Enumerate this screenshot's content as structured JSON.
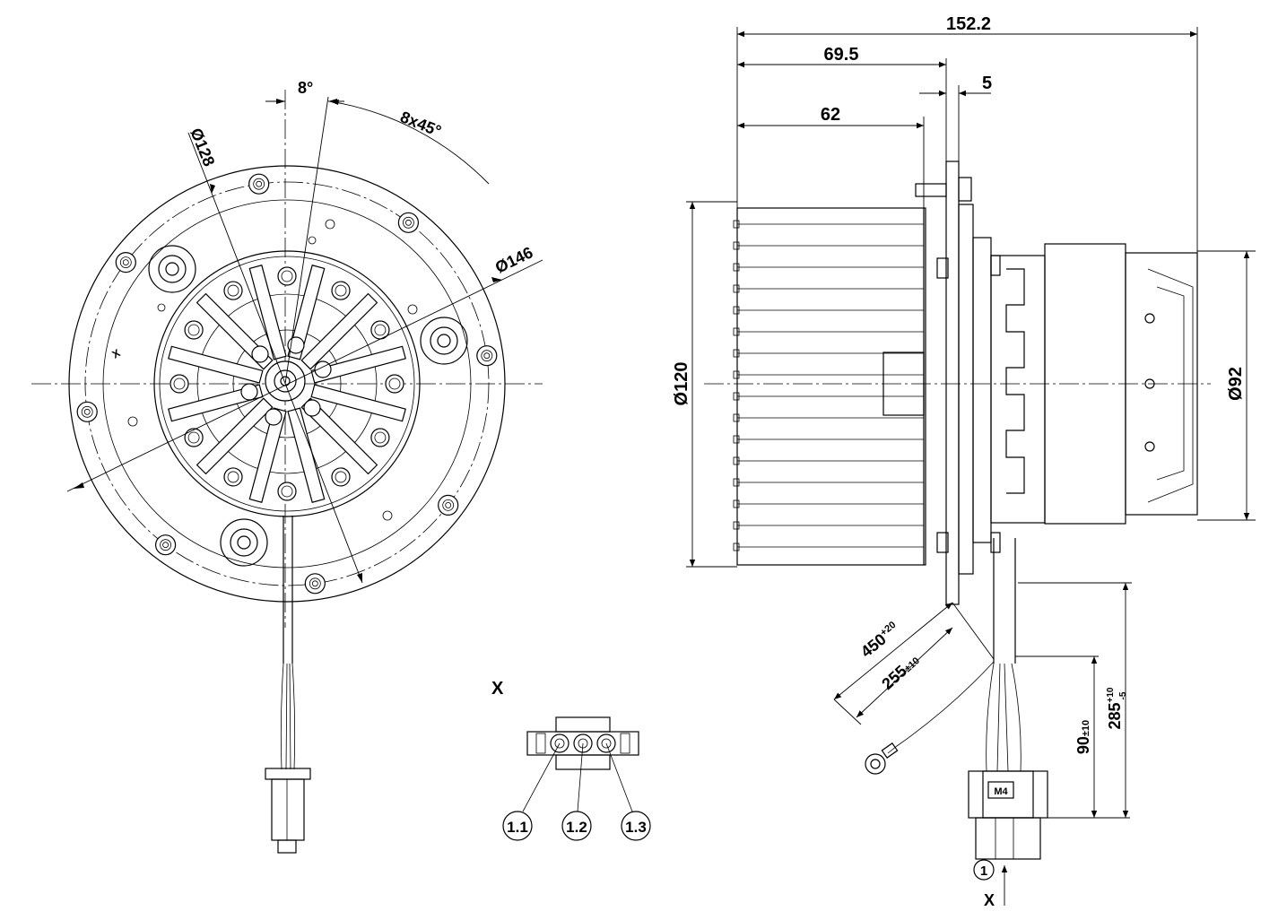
{
  "front_view": {
    "angle_label": "8°",
    "bolt_pattern_label": "8x45°",
    "inner_diameter_label": "Ø128",
    "outer_diameter_label": "Ø146",
    "view_marker": "X"
  },
  "side_view": {
    "total_length_label": "152.2",
    "length_695_label": "69.5",
    "flange_thickness_label": "5",
    "impeller_length_label": "62",
    "impeller_diameter_label": "Ø120",
    "motor_diameter_label": "Ø92"
  },
  "cable": {
    "earth_wire_base": "450",
    "earth_wire_tol": "+20",
    "cable_length_base": "255",
    "cable_length_tol": "±10",
    "connector_offset_base": "90",
    "connector_offset_tol": "±10",
    "total_cable_base": "285",
    "total_cable_tol_upper": "+10",
    "total_cable_tol_lower": "-5",
    "connector_tag": "M4",
    "connector_ref": "1",
    "view_arrow_label": "X"
  },
  "connector_detail": {
    "title": "X",
    "pins": [
      "1.1",
      "1.2",
      "1.3"
    ]
  }
}
